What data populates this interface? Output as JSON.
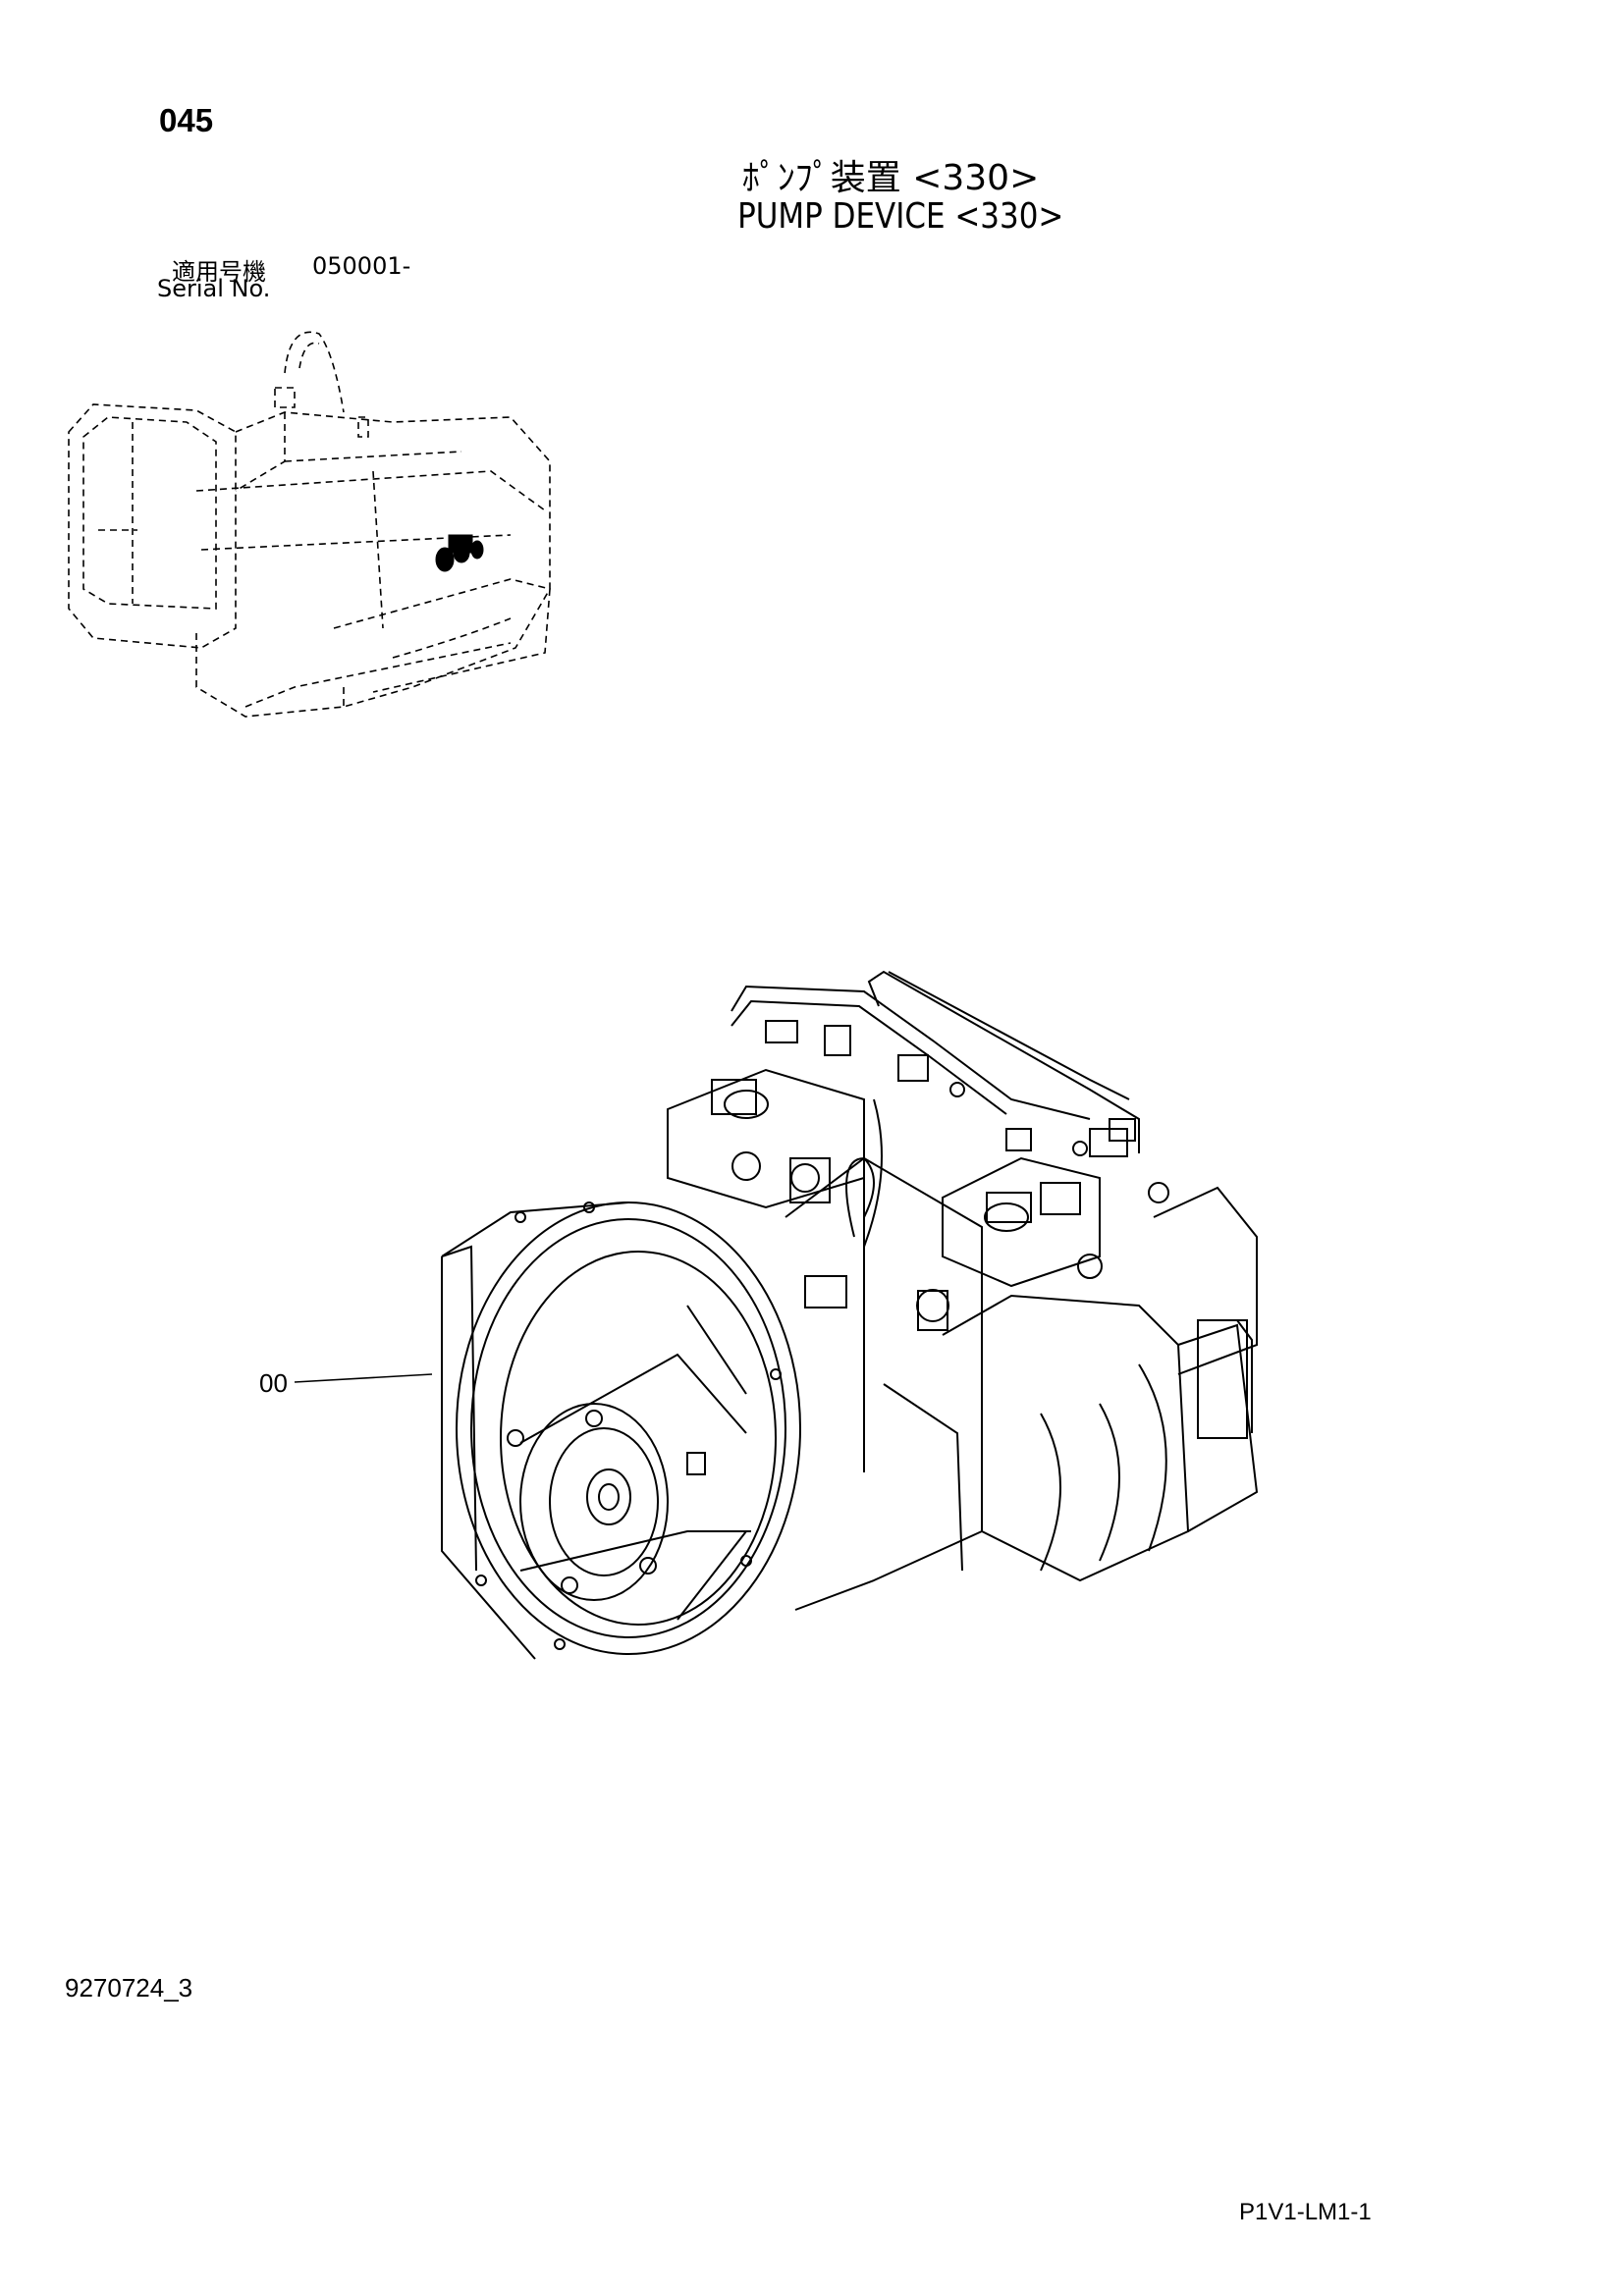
{
  "page_number": "045",
  "title_jp": "ﾎﾟﾝﾌﾟ装置 <330>",
  "title_en": "PUMP DEVICE <330>",
  "serial": {
    "label_jp": "適用号機",
    "value": "050001-",
    "label_en": "Serial No."
  },
  "callouts": [
    {
      "label": "00"
    }
  ],
  "footer": {
    "doc_id": "9270724_3",
    "figure_code": "P1V1-LM1-1"
  }
}
